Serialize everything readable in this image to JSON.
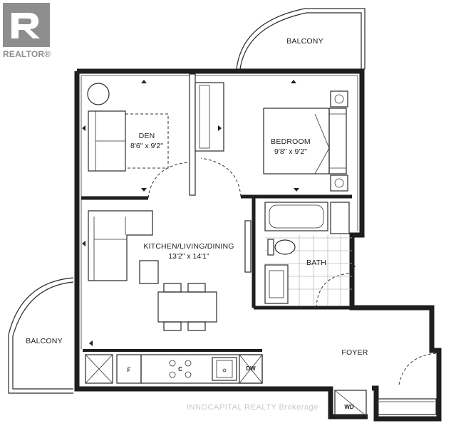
{
  "logo": {
    "text": "REALTOR",
    "mark": "®"
  },
  "rooms": {
    "balcony_top": {
      "name": "BALCONY"
    },
    "den": {
      "name": "DEN",
      "size": "8'6\" x 9'2\""
    },
    "bedroom": {
      "name": "BEDROOM",
      "size": "9'8\" x 9'2\""
    },
    "living": {
      "name": "KITCHEN/LIVING/DINING",
      "size": "13'2\" x 14'1\""
    },
    "bath": {
      "name": "BATH"
    },
    "balcony_left": {
      "name": "BALCONY"
    },
    "foyer": {
      "name": "FOYER"
    }
  },
  "fixtures": {
    "fridge": "F",
    "cooktop": "C",
    "dishwasher": "DW",
    "washer_dryer": "WD"
  },
  "watermark": "INNOCAPITAL REALTY Brokerage"
}
